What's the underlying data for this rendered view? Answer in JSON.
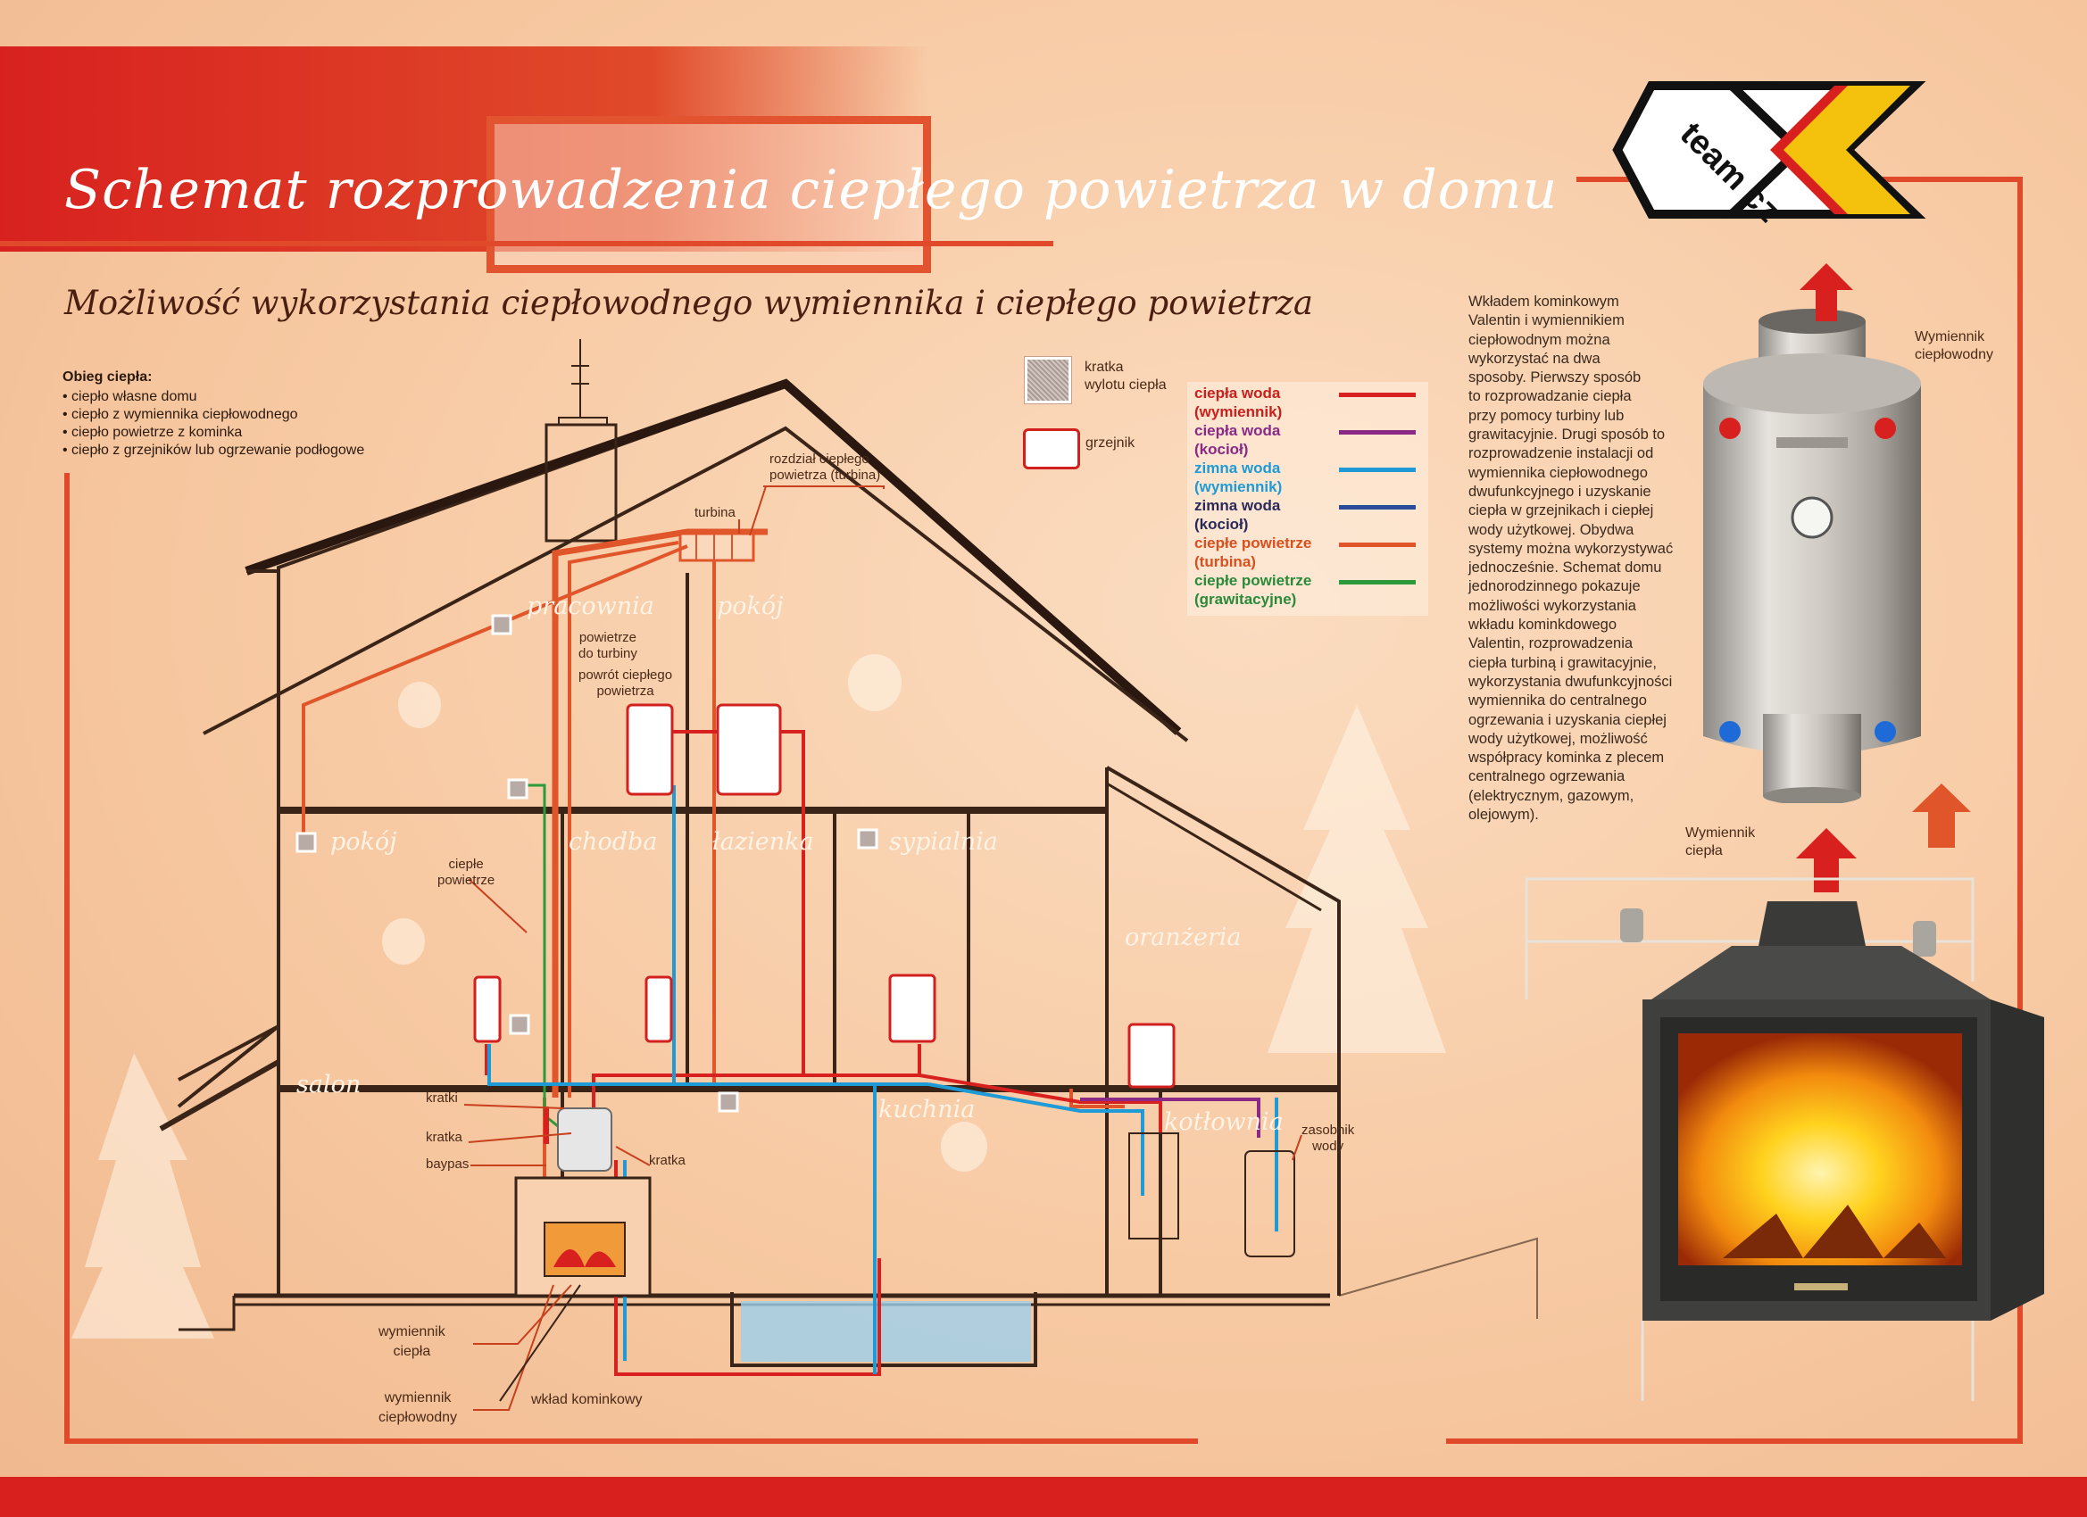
{
  "header": {
    "title": "Schemat rozprowadzenia ciepłego powietrza w domu",
    "subtitle": "Możliwość wykorzystania ciepłowodnego wymiennika i ciepłego powietrza"
  },
  "brand": {
    "logo_text": "team cz",
    "colors": [
      "#d8201f",
      "#f4c20d",
      "#ffffff"
    ]
  },
  "heat_legend": {
    "title": "Obieg ciepła:",
    "items": [
      "• ciepło własne domu",
      "• ciepło z wymiennika ciepłowodnego",
      "• ciepło powietrze z kominka",
      "• ciepło z grzejników lub ogrzewanie podłogowe"
    ]
  },
  "symbols": {
    "kratka": "kratka\nwylotu ciepła",
    "grzejnik": "grzejnik"
  },
  "pipe_key": [
    {
      "line1": "ciepła woda",
      "line2": "(wymiennik)",
      "color": "#d8201f"
    },
    {
      "line1": "ciepła woda",
      "line2": "(kocioł)",
      "color": "#8a2a86"
    },
    {
      "line1": "zimna woda",
      "line2": "(wymiennik)",
      "color": "#1e9bd7"
    },
    {
      "line1": "zimna woda",
      "line2": "(kocioł)",
      "color": "#2a4a9a"
    },
    {
      "line1": "ciepłe powietrze",
      "line2": "(turbina)",
      "color": "#e0562a"
    },
    {
      "line1": "ciepłe powietrze",
      "line2": "(grawitacyjne)",
      "color": "#2a9a3a"
    }
  ],
  "rooms": {
    "pracownia": "pracownia",
    "pokoj_top": "pokój",
    "pokoj_mid": "pokój",
    "chodba": "chodba",
    "lazienka": "łazienka",
    "sypialnia": "sypialnia",
    "oranzeria": "oranżeria",
    "salon": "salon",
    "kuchnia": "kuchnia",
    "kotlownia": "kotłownia"
  },
  "callouts": {
    "rozdzial": "rozdział ciepłego\npowietrza (turbina)",
    "turbina": "turbina",
    "powietrze_do_turbiny": "powietrze\ndo turbiny",
    "powrot": "powrót ciepłego\npowietrza",
    "cieple_powietrze": "ciepłe\npowietrze",
    "kratki": "kratki",
    "kratka1": "kratka",
    "baypas": "baypas",
    "kratka2": "kratka",
    "zasobnik": "zasobnik\nwody",
    "wymiennik_ciepla": "wymiennik\nciepła",
    "wymiennik_cieplowodny": "wymiennik\nciepłowodny",
    "wklad_kominkowy": "wkład kominkowy",
    "wymiennik_cieplowodny_right": "Wymiennik\nciepłowodny",
    "wymiennik_ciepla_right": "Wymiennik\nciepła"
  },
  "description": [
    "Wkładem kominkowym",
    "Valentin i wymiennikiem",
    "ciepłowodnym można",
    "wykorzystać na dwa",
    "sposoby. Pierwszy sposób",
    "to rozprowadzanie ciepła",
    "przy pomocy turbiny lub",
    "grawitacyjnie. Drugi sposób to",
    "rozprowadzenie instalacji od",
    "wymiennika ciepłowodnego",
    "dwufunkcyjnego i uzyskanie",
    "ciepła w grzejnikach i ciepłej",
    "wody użytkowej. Obydwa",
    "systemy można wykorzystywać",
    "jednocześnie. Schemat domu",
    "jednorodzinnego pokazuje",
    "możliwości wykorzystania",
    "wkładu kominkdowego",
    "Valentin, rozprowadzenia",
    "ciepła turbiną i grawitacyjnie,",
    "wykorzystania dwufunkcyjności",
    "wymiennika do centralnego",
    "ogrzewania i uzyskania ciepłej",
    "wody użytkowej, możliwość",
    "współpracy kominka z plecem",
    "centralnego ogrzewania",
    "(elektrycznym, gazowym,",
    "olejowym)."
  ]
}
